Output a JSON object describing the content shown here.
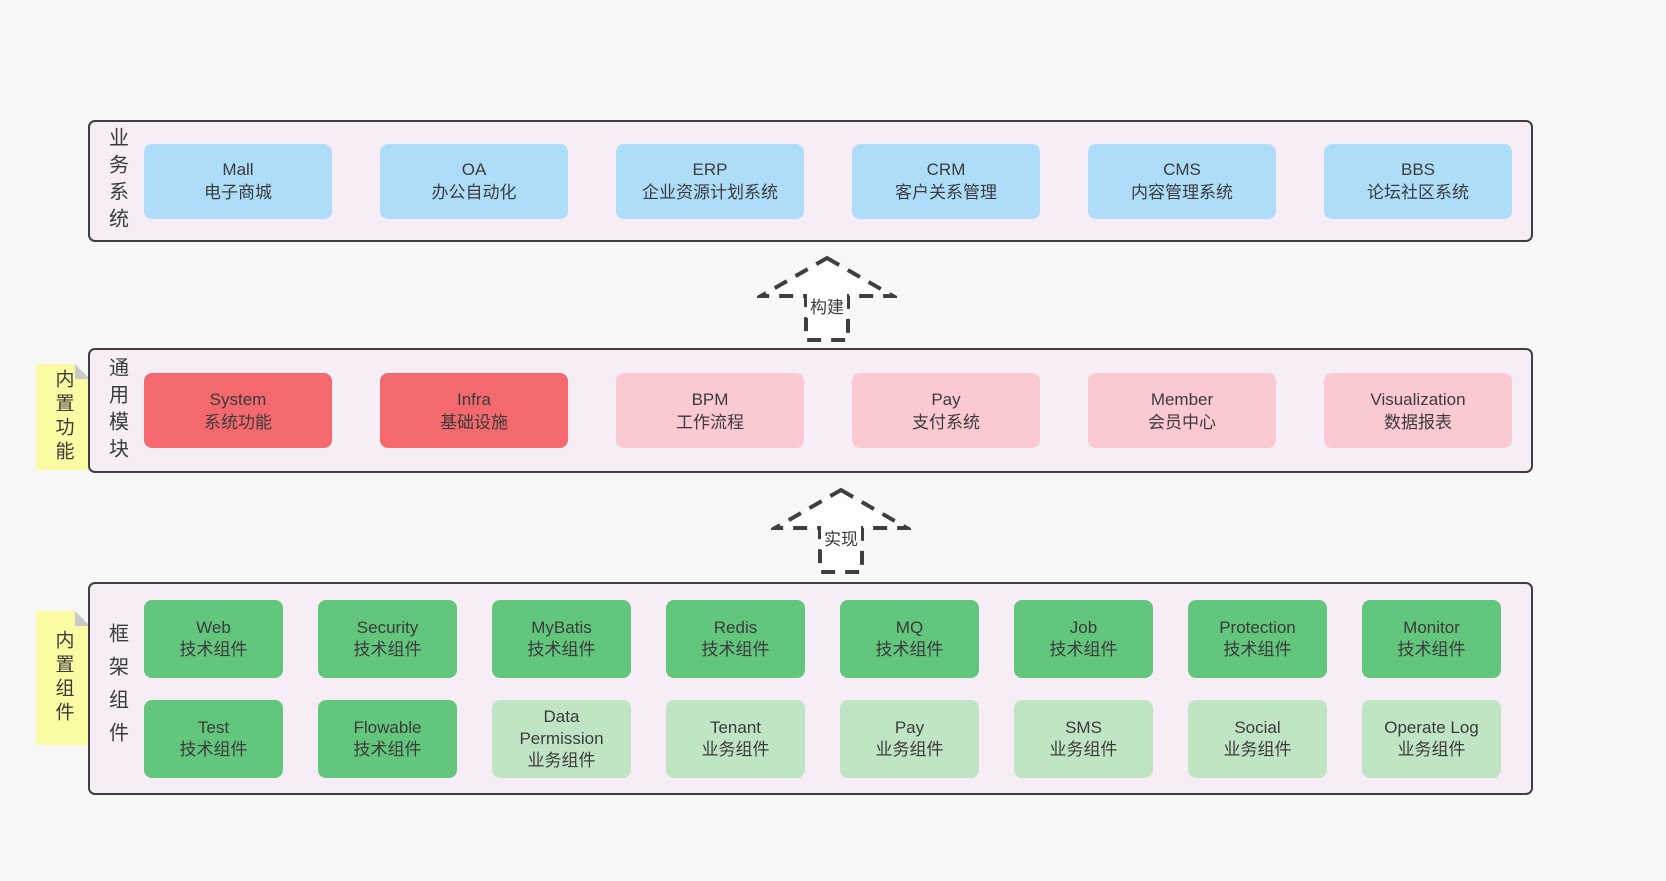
{
  "palette": {
    "page-bg": "#f7f7f7",
    "panel-bg": "#f7edf6",
    "panel-border": "#3f3f3f",
    "blue": "#aeddfa",
    "red": "#f4696e",
    "pink": "#fbc9d2",
    "green": "#62c67d",
    "light-green": "#c0e5c4",
    "yellow": "#fbfba4",
    "fold": "#c9c9c9",
    "text": "#3b3b3b"
  },
  "arrows": {
    "build": "构建",
    "implement": "实现"
  },
  "sections": {
    "business": {
      "label": "业务系统",
      "boxes": [
        {
          "name": "Mall",
          "desc": "电子商城",
          "variant": "blue"
        },
        {
          "name": "OA",
          "desc": "办公自动化",
          "variant": "blue"
        },
        {
          "name": "ERP",
          "desc": "企业资源计划系统",
          "variant": "blue"
        },
        {
          "name": "CRM",
          "desc": "客户关系管理",
          "variant": "blue"
        },
        {
          "name": "CMS",
          "desc": "内容管理系统",
          "variant": "blue"
        },
        {
          "name": "BBS",
          "desc": "论坛社区系统",
          "variant": "blue"
        }
      ]
    },
    "modules": {
      "label": "通用模块",
      "note": "内置功能",
      "boxes": [
        {
          "name": "System",
          "desc": "系统功能",
          "variant": "red"
        },
        {
          "name": "Infra",
          "desc": "基础设施",
          "variant": "red"
        },
        {
          "name": "BPM",
          "desc": "工作流程",
          "variant": "pink"
        },
        {
          "name": "Pay",
          "desc": "支付系统",
          "variant": "pink"
        },
        {
          "name": "Member",
          "desc": "会员中心",
          "variant": "pink"
        },
        {
          "name": "Visualization",
          "desc": "数据报表",
          "variant": "pink"
        }
      ]
    },
    "components": {
      "label": "框架组件",
      "note": "内置组件",
      "rows": [
        [
          {
            "name": "Web",
            "desc": "技术组件",
            "variant": "green"
          },
          {
            "name": "Security",
            "desc": "技术组件",
            "variant": "green"
          },
          {
            "name": "MyBatis",
            "desc": "技术组件",
            "variant": "green"
          },
          {
            "name": "Redis",
            "desc": "技术组件",
            "variant": "green"
          },
          {
            "name": "MQ",
            "desc": "技术组件",
            "variant": "green"
          },
          {
            "name": "Job",
            "desc": "技术组件",
            "variant": "green"
          },
          {
            "name": "Protection",
            "desc": "技术组件",
            "variant": "green"
          },
          {
            "name": "Monitor",
            "desc": "技术组件",
            "variant": "green"
          }
        ],
        [
          {
            "name": "Test",
            "desc": "技术组件",
            "variant": "green"
          },
          {
            "name": "Flowable",
            "desc": "技术组件",
            "variant": "green"
          },
          {
            "name": "Data Permission",
            "desc": "业务组件",
            "variant": "light-green"
          },
          {
            "name": "Tenant",
            "desc": "业务组件",
            "variant": "light-green"
          },
          {
            "name": "Pay",
            "desc": "业务组件",
            "variant": "light-green"
          },
          {
            "name": "SMS",
            "desc": "业务组件",
            "variant": "light-green"
          },
          {
            "name": "Social",
            "desc": "业务组件",
            "variant": "light-green"
          },
          {
            "name": "Operate Log",
            "desc": "业务组件",
            "variant": "light-green"
          }
        ]
      ]
    }
  }
}
